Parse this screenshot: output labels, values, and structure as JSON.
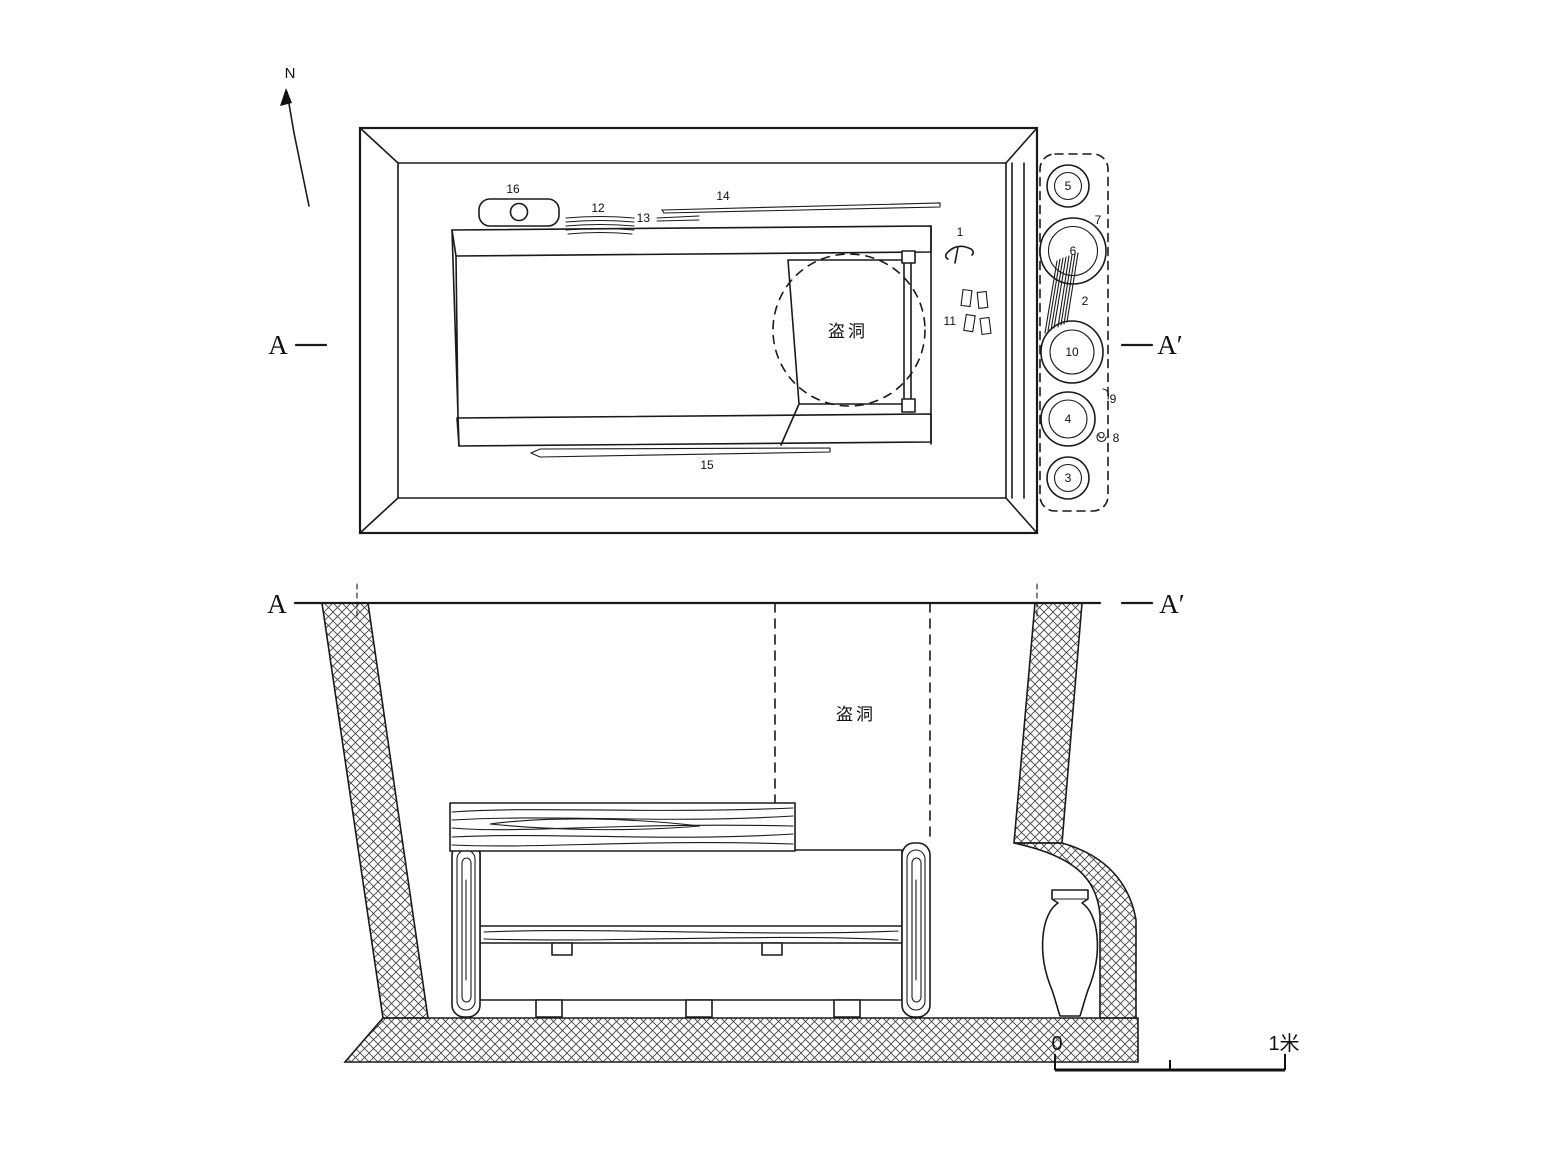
{
  "compass": {
    "north_label": "N"
  },
  "plan_view": {
    "section_label_left": "A",
    "section_label_right": "A′",
    "robber_hole_label": "盗洞",
    "artifact_labels": {
      "n1": "1",
      "n2": "2",
      "n3": "3",
      "n4": "4",
      "n5": "5",
      "n6": "6",
      "n7": "7",
      "n8": "8",
      "n9": "9",
      "n10": "10",
      "n11": "11",
      "n12": "12",
      "n13": "13",
      "n14": "14",
      "n15": "15",
      "n16": "16"
    }
  },
  "section_view": {
    "section_label_left": "A",
    "section_label_right": "A′",
    "robber_hole_label": "盗洞"
  },
  "scale_bar": {
    "zero_label": "0",
    "max_label": "1米"
  },
  "colors": {
    "ink": "#1a1a1a",
    "paper": "#ffffff"
  }
}
